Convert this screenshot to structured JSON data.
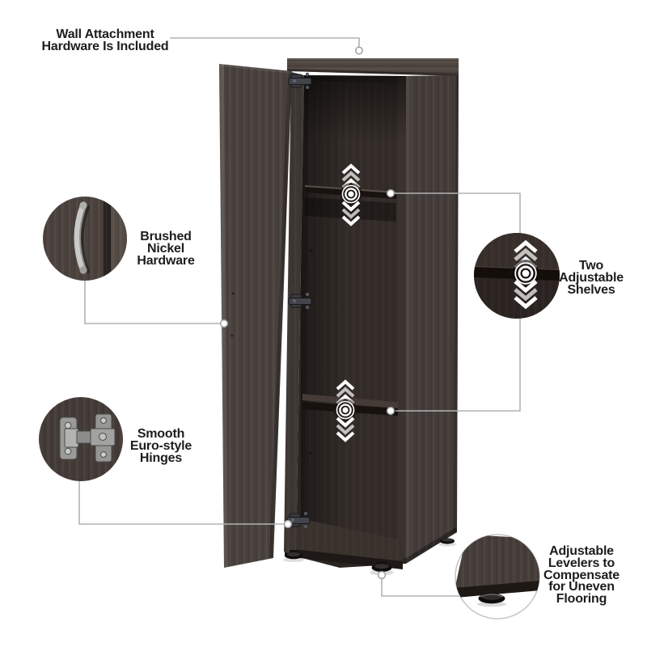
{
  "image_type": "product-feature-callout-diagram",
  "product_view": "tall-narrow-storage-cabinet-with-open-door",
  "callouts": [
    {
      "name": "wall-attachment",
      "label": "Wall Attachment\nHardware Is Included"
    },
    {
      "name": "brushed-nickel-hardware",
      "label": "Brushed\nNickel\nHardware"
    },
    {
      "name": "euro-style-hinges",
      "label": "Smooth\nEuro-style\nHinges"
    },
    {
      "name": "adjustable-shelves",
      "label": "Two\nAdjustable\nShelves"
    },
    {
      "name": "adjustable-levelers",
      "label": "Adjustable\nLevelers to\nCompensate\nfor Uneven\nFlooring"
    }
  ],
  "icons": {
    "shelf_adjust_indicator": "up-down-chevrons-with-target",
    "leader_endpoint": "small-circle",
    "handle": "curved-nickel-pull",
    "hinge": "euro-cabinet-hinge",
    "leveler": "round-leveler-foot"
  },
  "colors": {
    "background": "#ffffff",
    "text": "#1d1d1b",
    "leader_line": "#b3b3b3",
    "leader_dot_stroke": "#a0a0a0",
    "wood_door": "#4a423e",
    "wood_side": "#453d3a",
    "wood_top": "#4f4640",
    "interior": "#2b2522",
    "shelf_edge": "#17120f",
    "nickel": "#c9c9c7",
    "indicator": "#ffffff",
    "inset_border": "#c4c4c4"
  }
}
